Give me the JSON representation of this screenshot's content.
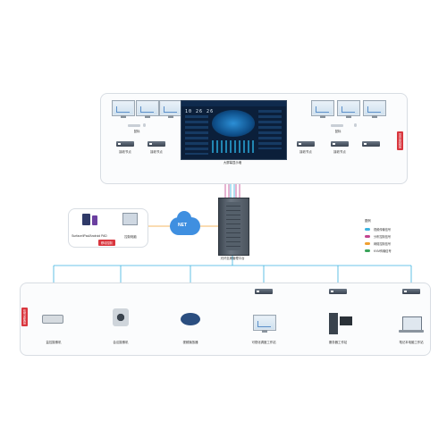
{
  "diagram": {
    "top_tag": "显示控制层",
    "bottom_tag": "信号采集层",
    "video_wall_label": "大屏幕显示墙",
    "video_wall_time": "10 26 26",
    "left_group": {
      "keyboard_label": "鼠标",
      "tx_label": "接收节点",
      "rx_label": "接收节点"
    },
    "right_group": {
      "keyboard_label": "鼠标",
      "tx_label": "接收节点",
      "rx_label": "接收节点"
    },
    "net_label": "NET",
    "mobile_label": "Surface/iPad/Android PAD",
    "pc_label": "控制电脑",
    "remote_tag": "移动控制",
    "server_label": "光纤坐席管理平台",
    "legend": {
      "title": "图例",
      "items": [
        {
          "label": "视频传输信号",
          "color": "#3bb3e0"
        },
        {
          "label": "分布控制信号",
          "color": "#c2448f"
        },
        {
          "label": "网络控制信号",
          "color": "#f0a030"
        },
        {
          "label": "KVM传输信号",
          "color": "#3aa35a"
        }
      ]
    },
    "sources": [
      {
        "label": "监控摄像机"
      },
      {
        "label": "会议摄像机"
      },
      {
        "label": "视频播放器"
      },
      {
        "label": "可视化调度工作站"
      },
      {
        "label": "服务器工作站"
      },
      {
        "label": "笔记本电脑工作站"
      }
    ]
  }
}
